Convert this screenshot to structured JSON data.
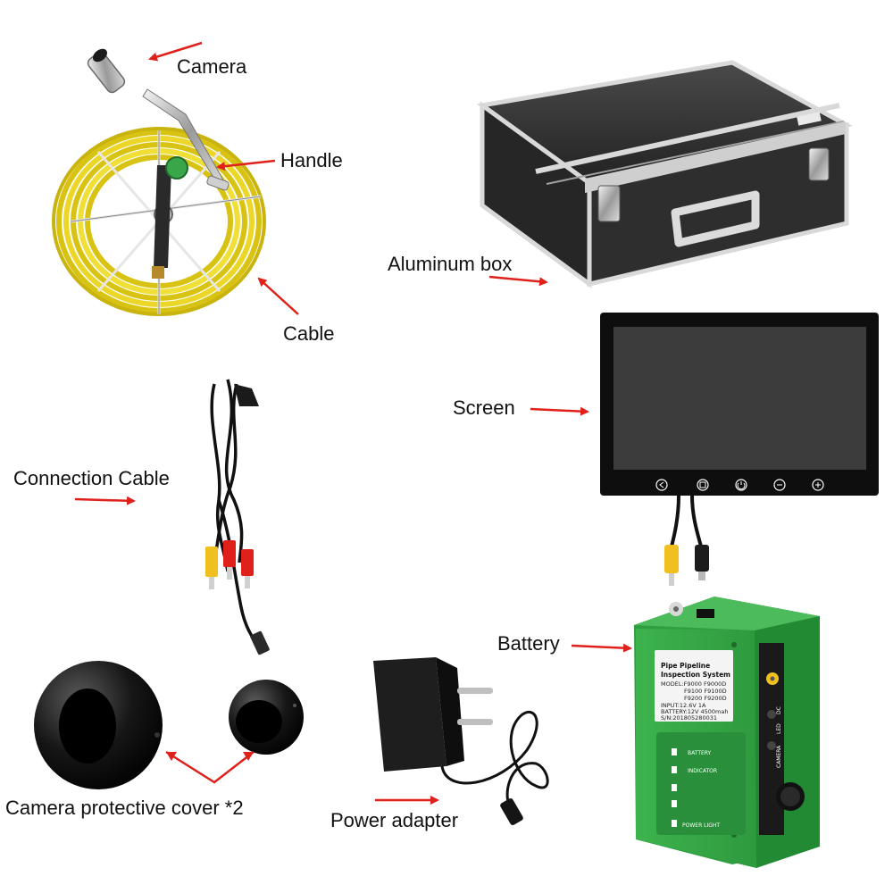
{
  "labels": {
    "camera": "Camera",
    "handle": "Handle",
    "cable": "Cable",
    "aluminum_box": "Aluminum box",
    "screen": "Screen",
    "connection_cable": "Connection Cable",
    "battery": "Battery",
    "camera_protective_cover": "Camera protective cover *2",
    "power_adapter": "Power adapter"
  },
  "battery_panel": {
    "title_line1": "Pipe Pipeline",
    "title_line2": "Inspection System",
    "model_line1": "MODEL:F9000  F9000D",
    "model_line2": "F9100  F9100D",
    "model_line3": "F9200  F9200D",
    "input": "INPUT:12.6V 1A",
    "battery": "BATTERY:12V 4500mah",
    "serial": "S/N:201805280031",
    "led_battery": "BATTERY",
    "led_indicator": "INDICATOR",
    "led_power": "POWER LIGHT",
    "side_camera": "CAMERA",
    "side_led": "LED",
    "side_dc": "DC"
  },
  "colors": {
    "arrow": "#e0201b",
    "cable_yellow": "#e8d21a",
    "battery_green": "#3aa64a",
    "case_dark": "#2b2b2b",
    "screen_dark": "#3a3a3a"
  }
}
